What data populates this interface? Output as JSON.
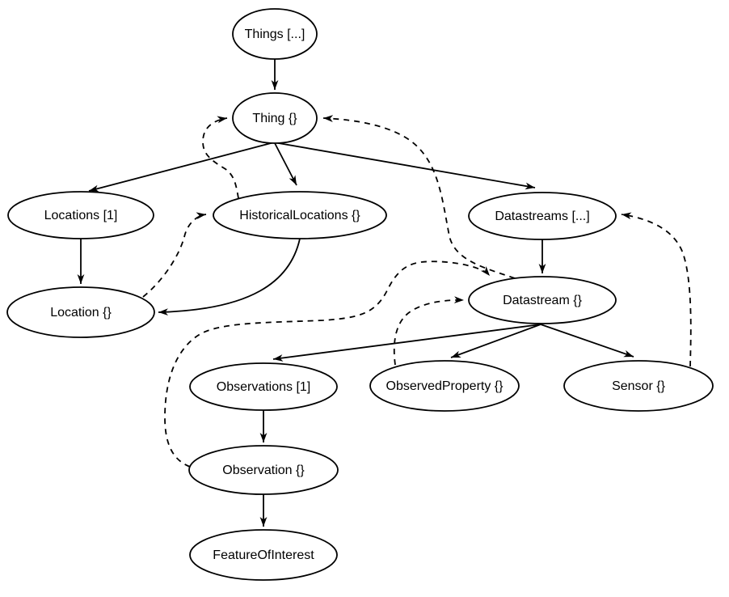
{
  "diagram": {
    "type": "entity-navigation-diagram",
    "colors": {
      "background": "#ffffff",
      "node_fill": "#ffffff",
      "stroke": "#000000",
      "text": "#000000"
    },
    "nodes": [
      {
        "id": "things",
        "label": "Things [...]"
      },
      {
        "id": "thing",
        "label": "Thing {}"
      },
      {
        "id": "locations",
        "label": "Locations [1]"
      },
      {
        "id": "historical-locations",
        "label": "HistoricalLocations {}"
      },
      {
        "id": "datastreams",
        "label": "Datastreams [...]"
      },
      {
        "id": "location",
        "label": "Location {}"
      },
      {
        "id": "datastream",
        "label": "Datastream {}"
      },
      {
        "id": "observations",
        "label": "Observations [1]"
      },
      {
        "id": "observed-property",
        "label": "ObservedProperty {}"
      },
      {
        "id": "sensor",
        "label": "Sensor {}"
      },
      {
        "id": "observation",
        "label": "Observation {}"
      },
      {
        "id": "feature-of-interest",
        "label": "FeatureOfInterest"
      }
    ],
    "edges": [
      {
        "from": "things",
        "to": "thing",
        "style": "solid"
      },
      {
        "from": "thing",
        "to": "locations",
        "style": "solid"
      },
      {
        "from": "thing",
        "to": "historical-locations",
        "style": "solid"
      },
      {
        "from": "thing",
        "to": "datastreams",
        "style": "solid"
      },
      {
        "from": "locations",
        "to": "location",
        "style": "solid"
      },
      {
        "from": "historical-locations",
        "to": "location",
        "style": "solid"
      },
      {
        "from": "datastreams",
        "to": "datastream",
        "style": "solid"
      },
      {
        "from": "datastream",
        "to": "observations",
        "style": "solid"
      },
      {
        "from": "datastream",
        "to": "observed-property",
        "style": "solid"
      },
      {
        "from": "datastream",
        "to": "sensor",
        "style": "solid"
      },
      {
        "from": "observations",
        "to": "observation",
        "style": "solid"
      },
      {
        "from": "observation",
        "to": "feature-of-interest",
        "style": "solid"
      },
      {
        "from": "location",
        "to": "historical-locations",
        "style": "dashed"
      },
      {
        "from": "historical-locations",
        "to": "thing",
        "style": "dashed"
      },
      {
        "from": "datastream",
        "to": "thing",
        "style": "dashed"
      },
      {
        "from": "observed-property",
        "to": "datastream",
        "style": "dashed"
      },
      {
        "from": "observation",
        "to": "datastream",
        "style": "dashed"
      },
      {
        "from": "sensor",
        "to": "datastreams",
        "style": "dashed"
      }
    ]
  }
}
